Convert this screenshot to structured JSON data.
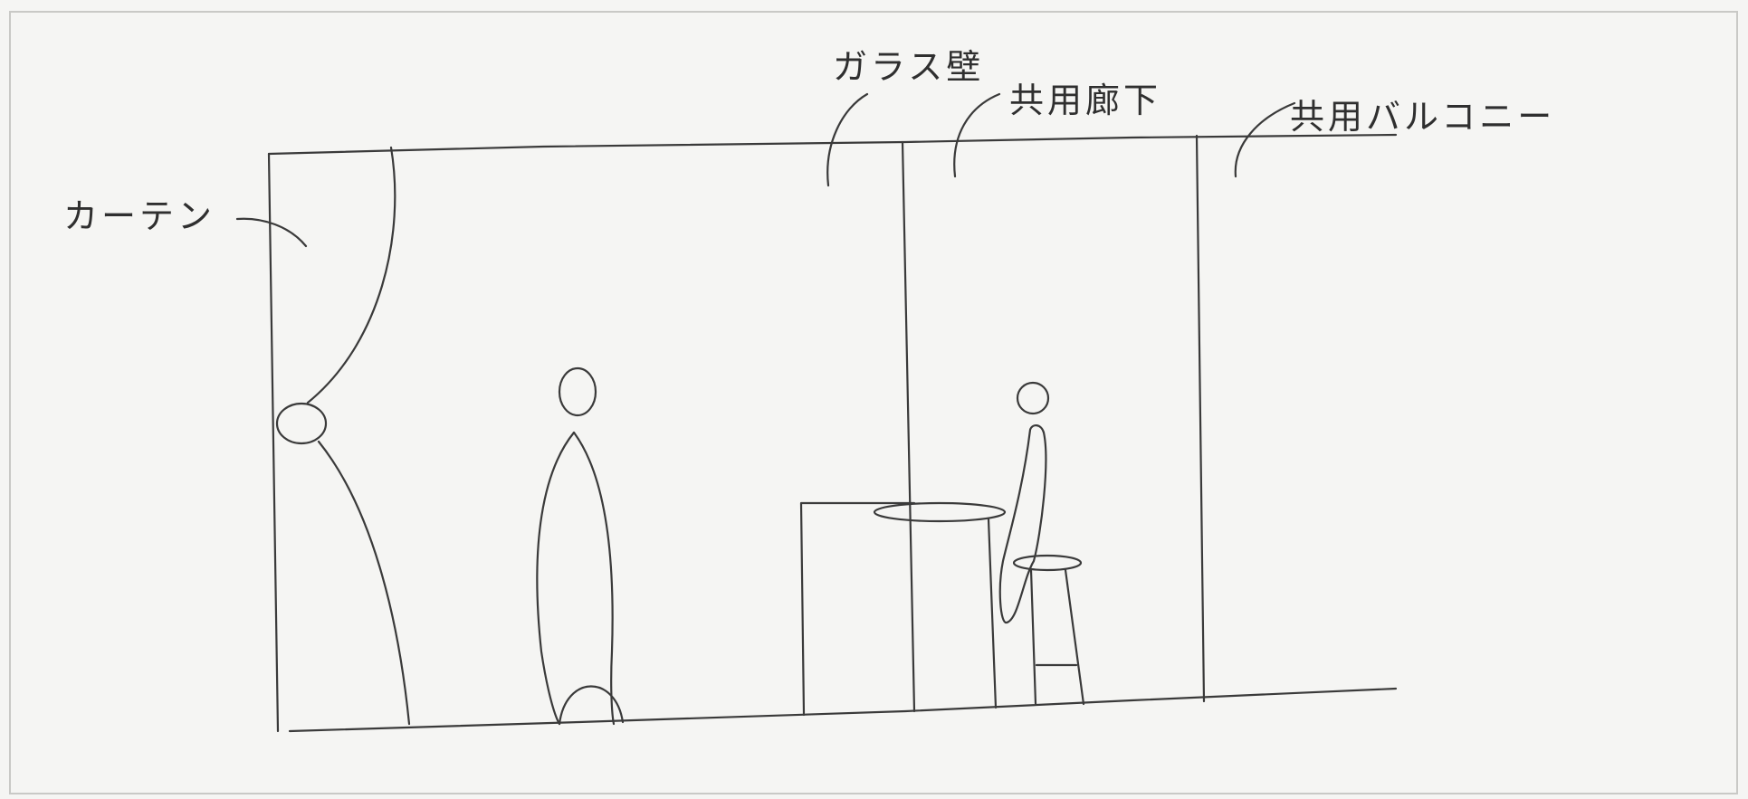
{
  "labels": {
    "curtain": "カーテン",
    "glass_wall": "ガラス壁",
    "shared_corridor": "共用廊下",
    "shared_balcony": "共用バルコニー"
  }
}
